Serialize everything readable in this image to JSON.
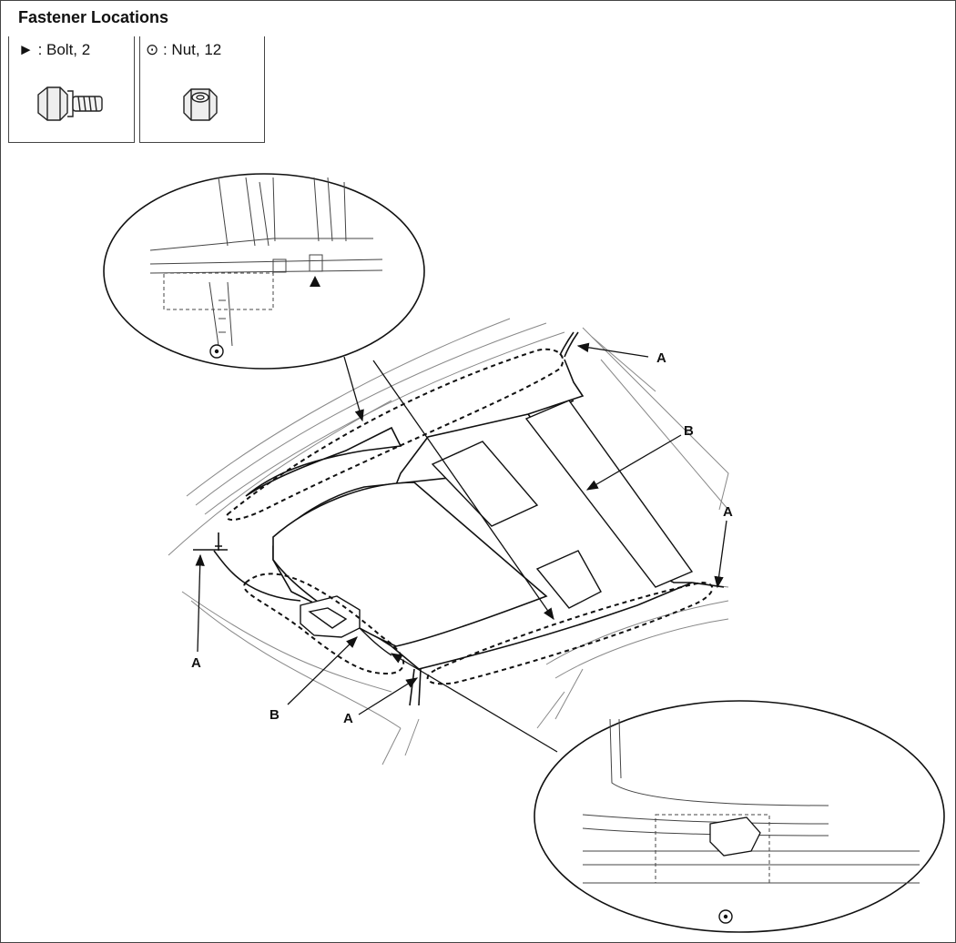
{
  "title": "Fastener Locations",
  "legend": {
    "bolt": {
      "symbol": "►",
      "label": ": Bolt, 2"
    },
    "nut": {
      "symbol": "⊙",
      "label": ": Nut, 12"
    }
  },
  "callouts": {
    "a": "A",
    "b": "B"
  }
}
